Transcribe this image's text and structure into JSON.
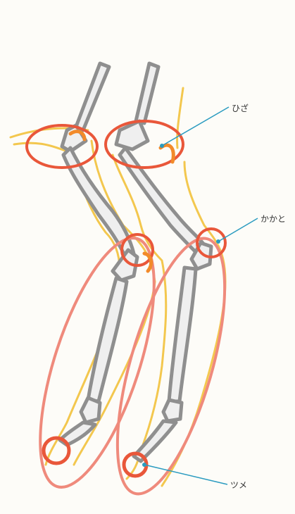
{
  "labels": {
    "knee": "ひざ",
    "heel": "かかと",
    "claw": "ツメ"
  },
  "colors": {
    "background": "#fdfcf8",
    "bone_fill": "#efefef",
    "bone_outline": "#8f8f8f",
    "silhouette": "#f2c23c",
    "marker_red": "#e9573a",
    "marker_pink": "#ef8a7c",
    "marker_orange": "#f28a2a",
    "leader_line": "#2a9bc0"
  }
}
